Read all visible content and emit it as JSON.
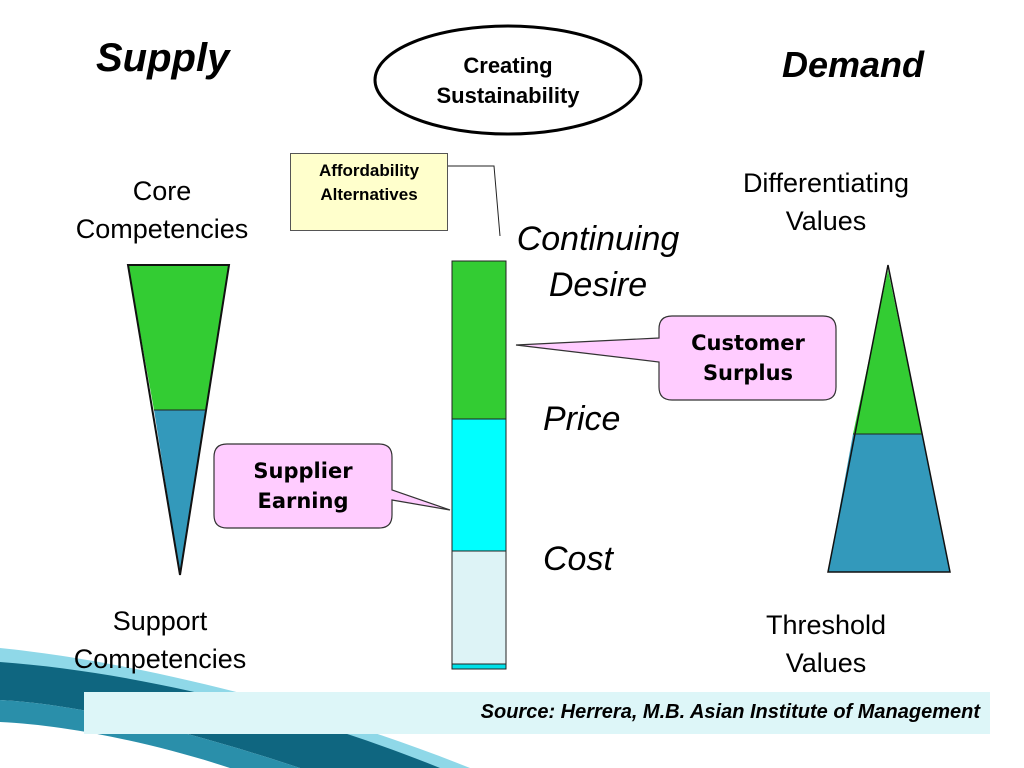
{
  "titles": {
    "supply": "Supply",
    "demand": "Demand"
  },
  "center_ellipse": {
    "line1": "Creating",
    "line2": "Sustainability"
  },
  "affordability_box": {
    "line1": "Affordability",
    "line2": "Alternatives"
  },
  "left_labels": {
    "top_line1": "Core",
    "top_line2": "Competencies",
    "bottom_line1": "Support",
    "bottom_line2": "Competencies"
  },
  "right_labels": {
    "top_line1": "Differentiating",
    "top_line2": "Values",
    "bottom_line1": "Threshold",
    "bottom_line2": "Values"
  },
  "bar_labels": {
    "continuing_line1": "Continuing",
    "continuing_line2": "Desire",
    "price": "Price",
    "cost": "Cost"
  },
  "callouts": {
    "customer_line1": "Customer",
    "customer_line2": "Surplus",
    "supplier_line1": "Supplier",
    "supplier_line2": "Earning"
  },
  "source": "Source: Herrera, M.B. Asian Institute of Management",
  "colors": {
    "green": "#33cc33",
    "teal": "#3399bb",
    "cyan": "#00ffff",
    "pale": "#ddf3f6",
    "callout_pink": "#ffccff",
    "yellow_box": "#ffffcc",
    "source_bar": "#ddf6f8",
    "swoosh_dark": "#0f6680",
    "swoosh_light": "#8fd8e8"
  }
}
